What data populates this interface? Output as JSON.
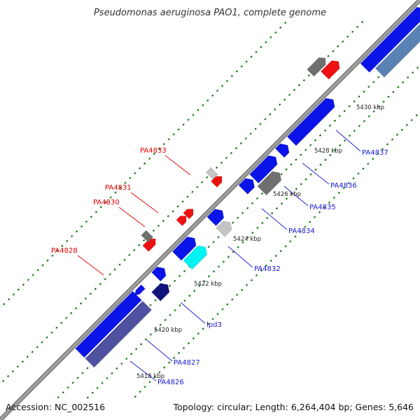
{
  "title": "Pseudomonas aeruginosa PAO1, complete genome",
  "footer": {
    "accession": "Accession: NC_002516",
    "topology": "Topology: circular; Length: 6,264,404 bp; Genes: 5,646"
  },
  "colors": {
    "backbone": "#8c8c8c",
    "tick_dots": "#1f7a1f",
    "label_red": "#e00000",
    "label_blue": "#1a1ad6",
    "cds_blue": "#0a14e8",
    "gray_feature": "#6f6f6f",
    "light_gray_feature": "#c4c4c4",
    "red_feature": "#ee1111",
    "cyan_feature": "#00f2f2",
    "navy_feature": "#12127a",
    "slate_feature": "#5050a0",
    "steel_feature": "#5a82b4"
  },
  "kbp_labels": [
    "5418 kbp",
    "5420 kbp",
    "5422 kbp",
    "5424 kbp",
    "5426 kbp",
    "5428 kbp",
    "5430 kbp"
  ],
  "gene_labels": [
    {
      "text": "PA4833",
      "color": "red"
    },
    {
      "text": "PA4831",
      "color": "red"
    },
    {
      "text": "PA4830",
      "color": "red"
    },
    {
      "text": "PA4828",
      "color": "red"
    },
    {
      "text": "PA4837",
      "color": "blue"
    },
    {
      "text": "PA4836",
      "color": "blue"
    },
    {
      "text": "PA4835",
      "color": "blue"
    },
    {
      "text": "PA4834",
      "color": "blue"
    },
    {
      "text": "PA4832",
      "color": "blue"
    },
    {
      "text": "lpd3",
      "color": "blue"
    },
    {
      "text": "PA4827",
      "color": "blue"
    },
    {
      "text": "PA4826",
      "color": "blue"
    }
  ]
}
